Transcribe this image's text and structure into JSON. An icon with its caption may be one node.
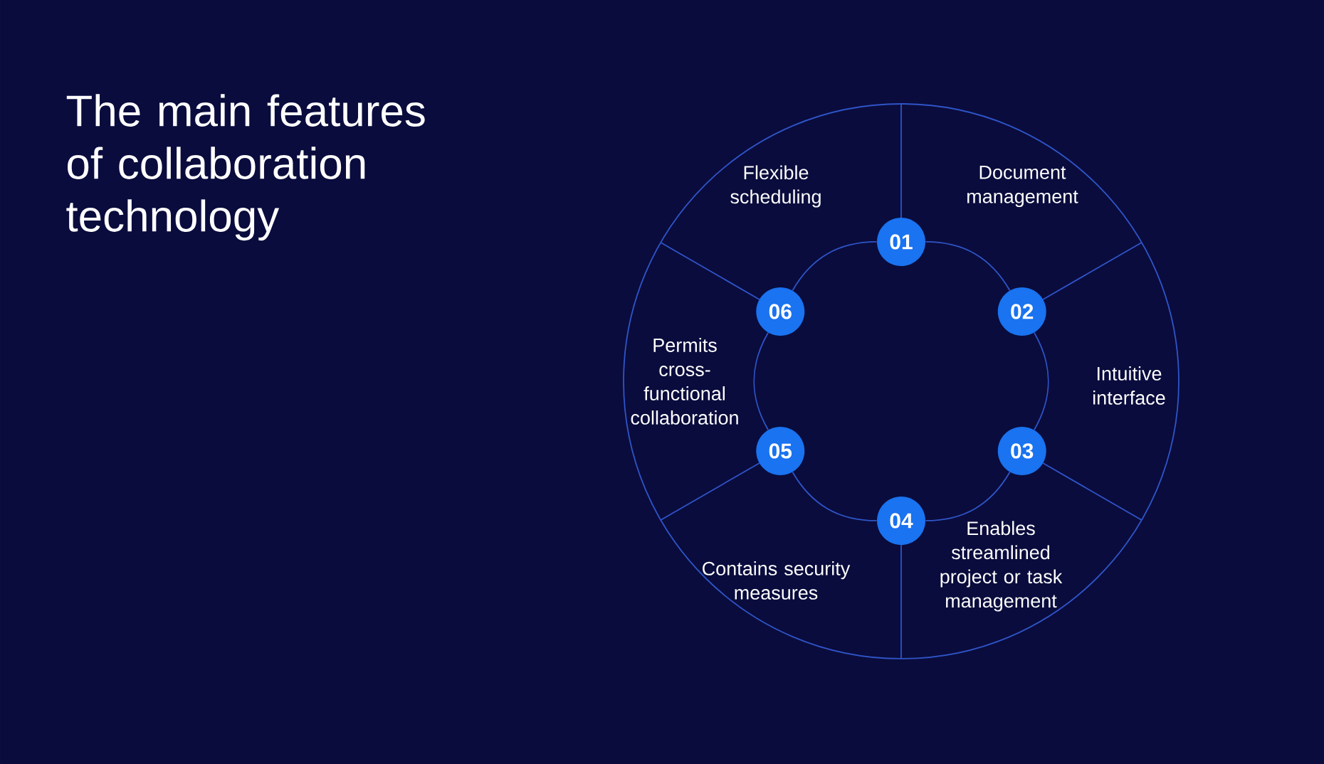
{
  "diagram": {
    "title": "The main features of collaboration technology",
    "nodes": [
      {
        "text": [
          "01"
        ]
      },
      {
        "text": [
          "02"
        ]
      },
      {
        "text": [
          "03"
        ]
      },
      {
        "text": [
          "04"
        ]
      },
      {
        "text": [
          "05"
        ]
      },
      {
        "text": [
          "06"
        ]
      }
    ],
    "edges": [
      {
        "from": 0,
        "to": 1,
        "arrow": "none"
      },
      {
        "from": 1,
        "to": 2,
        "arrow": "none"
      },
      {
        "from": 2,
        "to": 3,
        "arrow": "none"
      },
      {
        "from": 3,
        "to": 4,
        "arrow": "none"
      },
      {
        "from": 4,
        "to": 5,
        "arrow": "none"
      },
      {
        "from": 5,
        "to": 0,
        "arrow": "none"
      }
    ],
    "labels": [
      "Flexible scheduling",
      "Document management",
      "Permits cross-functional collaboration",
      "Intuitive interface",
      "Enables streamlined project or task management",
      "Contains security measures"
    ]
  }
}
